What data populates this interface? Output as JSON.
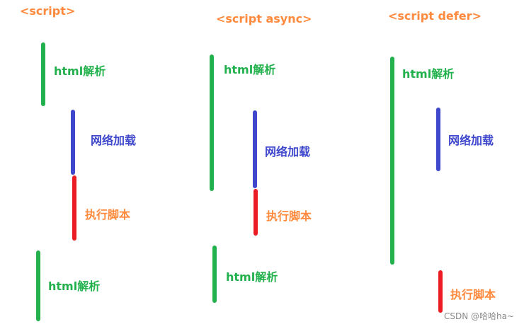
{
  "colors": {
    "title": "#ff8a3d",
    "html_parse": "#22b14c",
    "network_load": "#3f48cc",
    "execute_script": "#ed1c24",
    "execute_label": "#ff8a3d"
  },
  "diagrams": [
    {
      "title": "<script>",
      "segments": [
        {
          "id": "html-parse-1",
          "label": "html解析",
          "color_key": "html_parse"
        },
        {
          "id": "network-load",
          "label": "网络加载",
          "color_key": "network_load"
        },
        {
          "id": "execute-script",
          "label": "执行脚本",
          "color_key": "execute_script"
        },
        {
          "id": "html-parse-2",
          "label": "html解析",
          "color_key": "html_parse"
        }
      ]
    },
    {
      "title": "<script async>",
      "segments": [
        {
          "id": "html-parse-1",
          "label": "html解析",
          "color_key": "html_parse"
        },
        {
          "id": "network-load",
          "label": "网络加载",
          "color_key": "network_load"
        },
        {
          "id": "execute-script",
          "label": "执行脚本",
          "color_key": "execute_script"
        },
        {
          "id": "html-parse-2",
          "label": "html解析",
          "color_key": "html_parse"
        }
      ]
    },
    {
      "title": "<script defer>",
      "segments": [
        {
          "id": "html-parse-1",
          "label": "html解析",
          "color_key": "html_parse"
        },
        {
          "id": "network-load",
          "label": "网络加载",
          "color_key": "network_load"
        },
        {
          "id": "execute-script",
          "label": "执行脚本",
          "color_key": "execute_script"
        }
      ]
    }
  ],
  "watermark": "CSDN @哈哈ha~"
}
